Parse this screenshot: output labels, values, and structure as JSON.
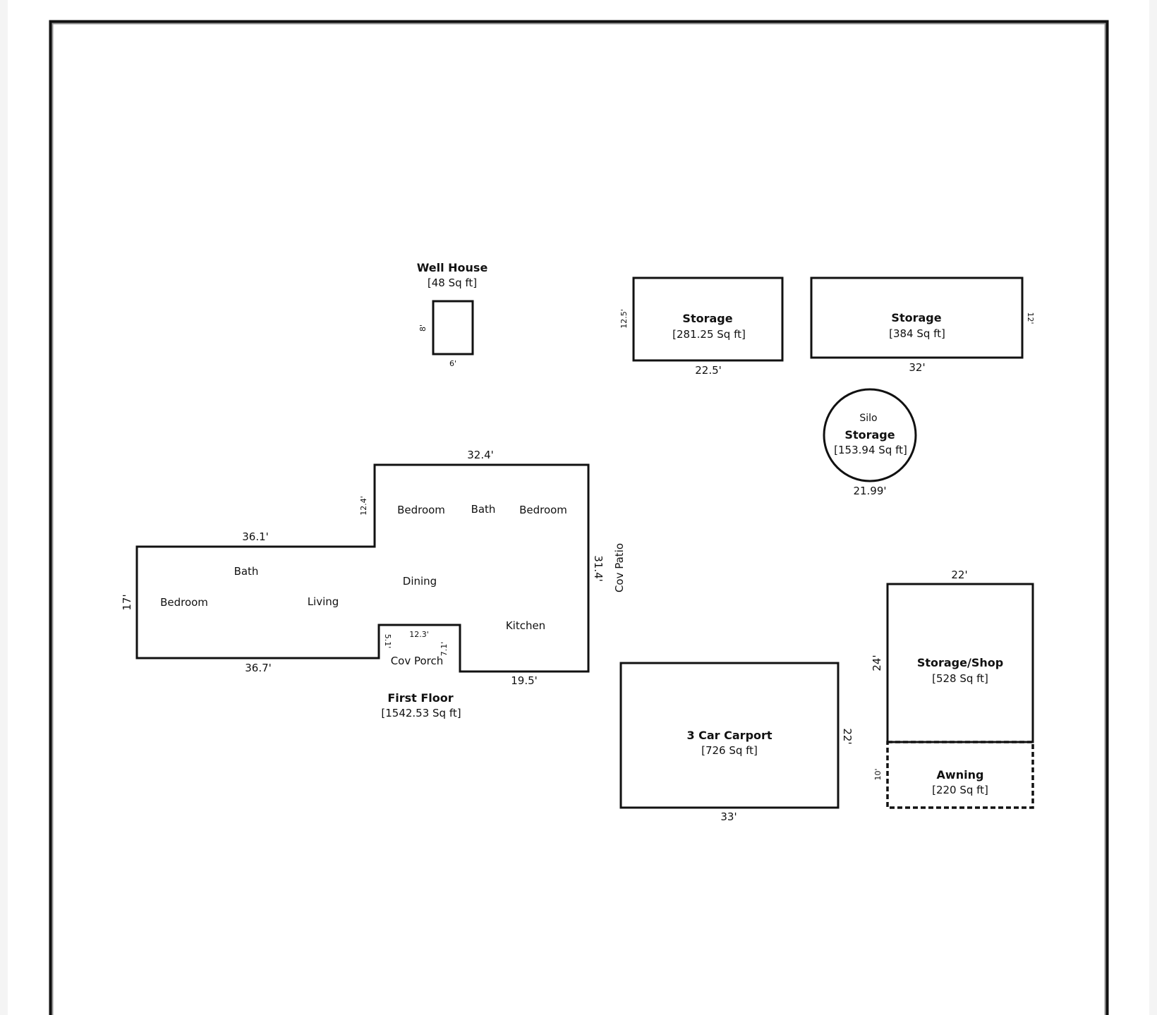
{
  "well_house": {
    "name": "Well House",
    "area": "[48 Sq ft]",
    "dim_side": "8'",
    "dim_bottom": "6'"
  },
  "storage_a": {
    "name": "Storage",
    "area": "[281.25 Sq ft]",
    "dim_side": "12.5'",
    "dim_bottom": "22.5'"
  },
  "storage_b": {
    "name": "Storage",
    "area": "[384 Sq ft]",
    "dim_side": "12'",
    "dim_bottom": "32'"
  },
  "silo": {
    "label": "Silo",
    "name": "Storage",
    "area": "[153.94 Sq ft]",
    "dim": "21.99'"
  },
  "first_floor": {
    "name": "First Floor",
    "area": "[1542.53 Sq ft]",
    "rooms": {
      "bedroom_upper_left": "Bedroom",
      "bath_upper": "Bath",
      "bedroom_upper_right": "Bedroom",
      "bath_left": "Bath",
      "bedroom_left": "Bedroom",
      "living": "Living",
      "dining": "Dining",
      "kitchen": "Kitchen",
      "cov_porch": "Cov Porch"
    },
    "dims": {
      "top": "32.4'",
      "left_upper": "12.4'",
      "upper_left_width": "36.1'",
      "left": "17'",
      "bottom_left": "36.7'",
      "porch_left": "5.1'",
      "porch_width": "12.3'",
      "porch_right": "7.1'",
      "bottom_right": "19.5'",
      "right": "31.4'"
    }
  },
  "cov_patio": {
    "label": "Cov Patio"
  },
  "carport": {
    "name": "3 Car Carport",
    "area": "[726 Sq ft]",
    "dim_side": "22'",
    "dim_bottom": "33'"
  },
  "storage_shop": {
    "name": "Storage/Shop",
    "area": "[528 Sq ft]",
    "dim_top": "22'",
    "dim_side": "24'"
  },
  "awning": {
    "name": "Awning",
    "area": "[220 Sq ft]",
    "dim_side": "10'"
  }
}
